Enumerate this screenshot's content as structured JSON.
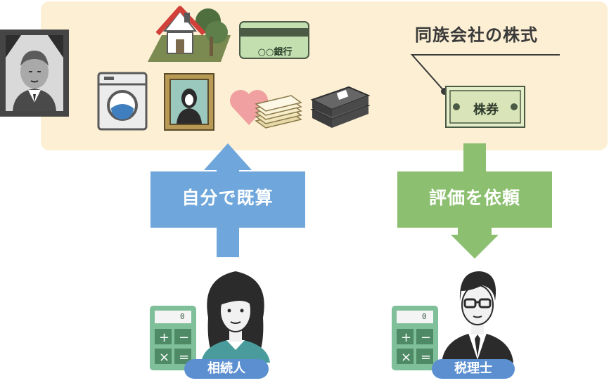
{
  "title": "同族会社の株式",
  "bank_card": {
    "text": "○○銀行"
  },
  "stock_certificate": {
    "text": "株券"
  },
  "arrow_left": {
    "label": "自分で既算",
    "color": "#6fa6dc"
  },
  "arrow_right": {
    "label": "評価を依頼",
    "color": "#8cc070"
  },
  "heir": {
    "label": "相続人"
  },
  "tax_accountant": {
    "label": "税理士"
  },
  "calculator": {
    "display": "0"
  },
  "colors": {
    "panel": "#fcefd3",
    "pill": "#5b8fd0",
    "title_text": "#3a3a3a"
  }
}
